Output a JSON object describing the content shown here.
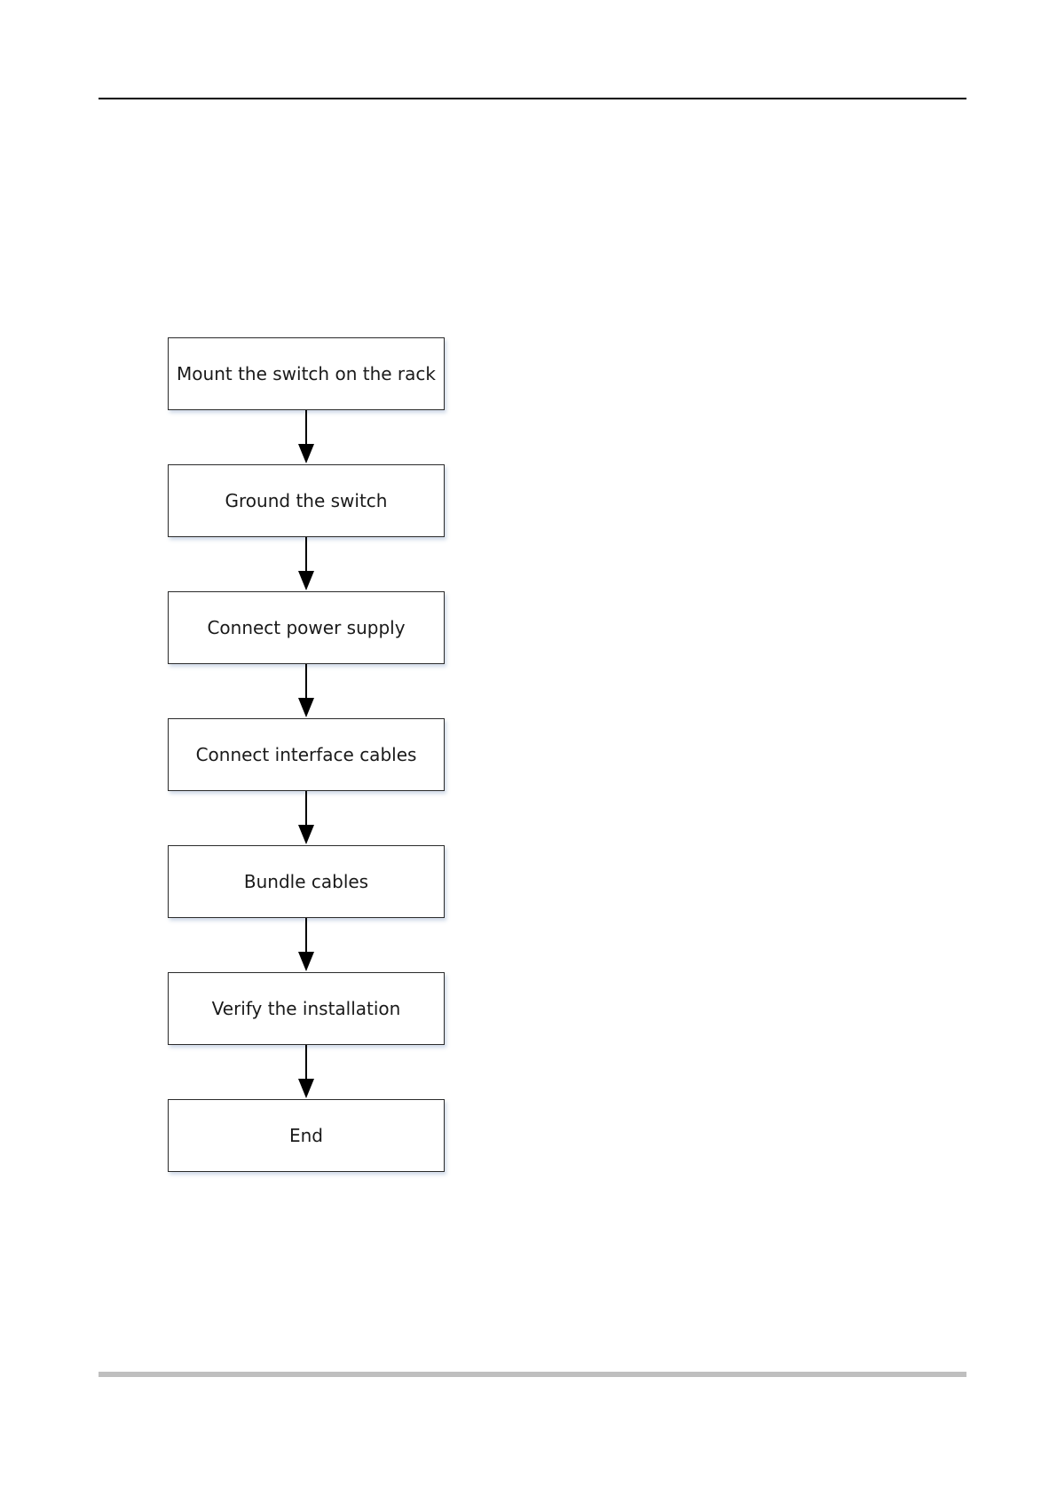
{
  "flowchart": {
    "steps": [
      {
        "label": "Mount the switch on the rack"
      },
      {
        "label": "Ground the switch"
      },
      {
        "label": "Connect power supply"
      },
      {
        "label": "Connect interface cables"
      },
      {
        "label": "Bundle cables"
      },
      {
        "label": "Verify the installation"
      },
      {
        "label": "End"
      }
    ]
  },
  "colors": {
    "box_border": "#2b2b2b",
    "arrow": "#000000",
    "top_rule": "#000000",
    "bottom_rule": "#bfbfbf"
  }
}
